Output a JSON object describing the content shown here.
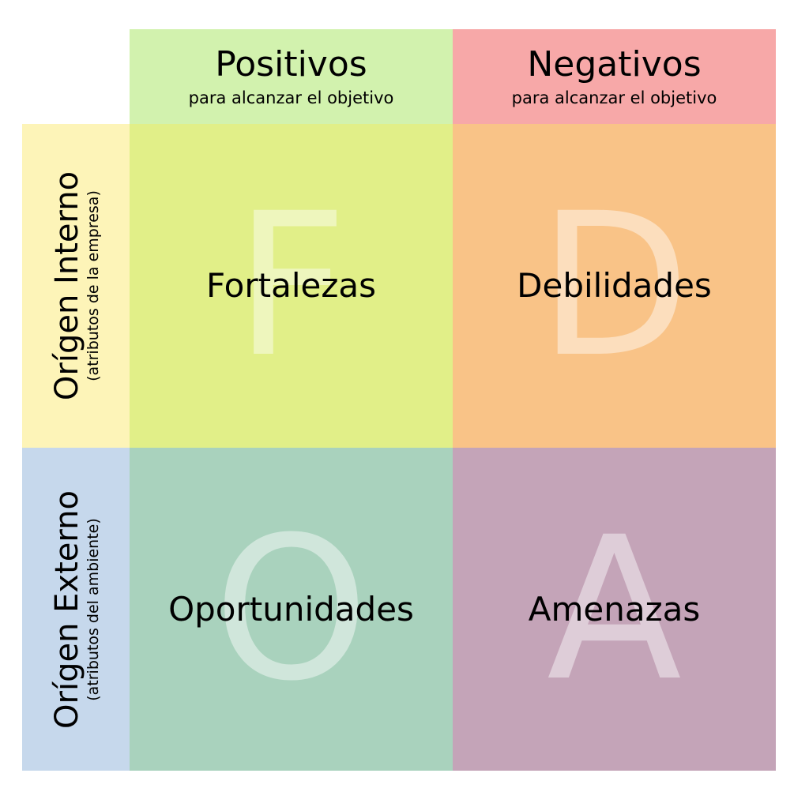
{
  "columns": [
    {
      "title": "Positivos",
      "subtitle": "para alcanzar el objetivo",
      "color": "#d2f2ae"
    },
    {
      "title": "Negativos",
      "subtitle": "para alcanzar el objetivo",
      "color": "#f7a8a8"
    }
  ],
  "rows": [
    {
      "title": "Orígen Interno",
      "subtitle": "(atributos de la empresa)",
      "color": "#fdf4b8"
    },
    {
      "title": "Orígen Externo",
      "subtitle": "(atributos del ambiente)",
      "color": "#c6d8ec"
    }
  ],
  "quadrants": [
    {
      "letter": "F",
      "label": "Fortalezas",
      "color": "#e1ef88"
    },
    {
      "letter": "D",
      "label": "Debilidades",
      "color": "#f9c387"
    },
    {
      "letter": "O",
      "label": "Oportunidades",
      "color": "#a9d2bd"
    },
    {
      "letter": "A",
      "label": "Amenazas",
      "color": "#c4a4b8"
    }
  ]
}
